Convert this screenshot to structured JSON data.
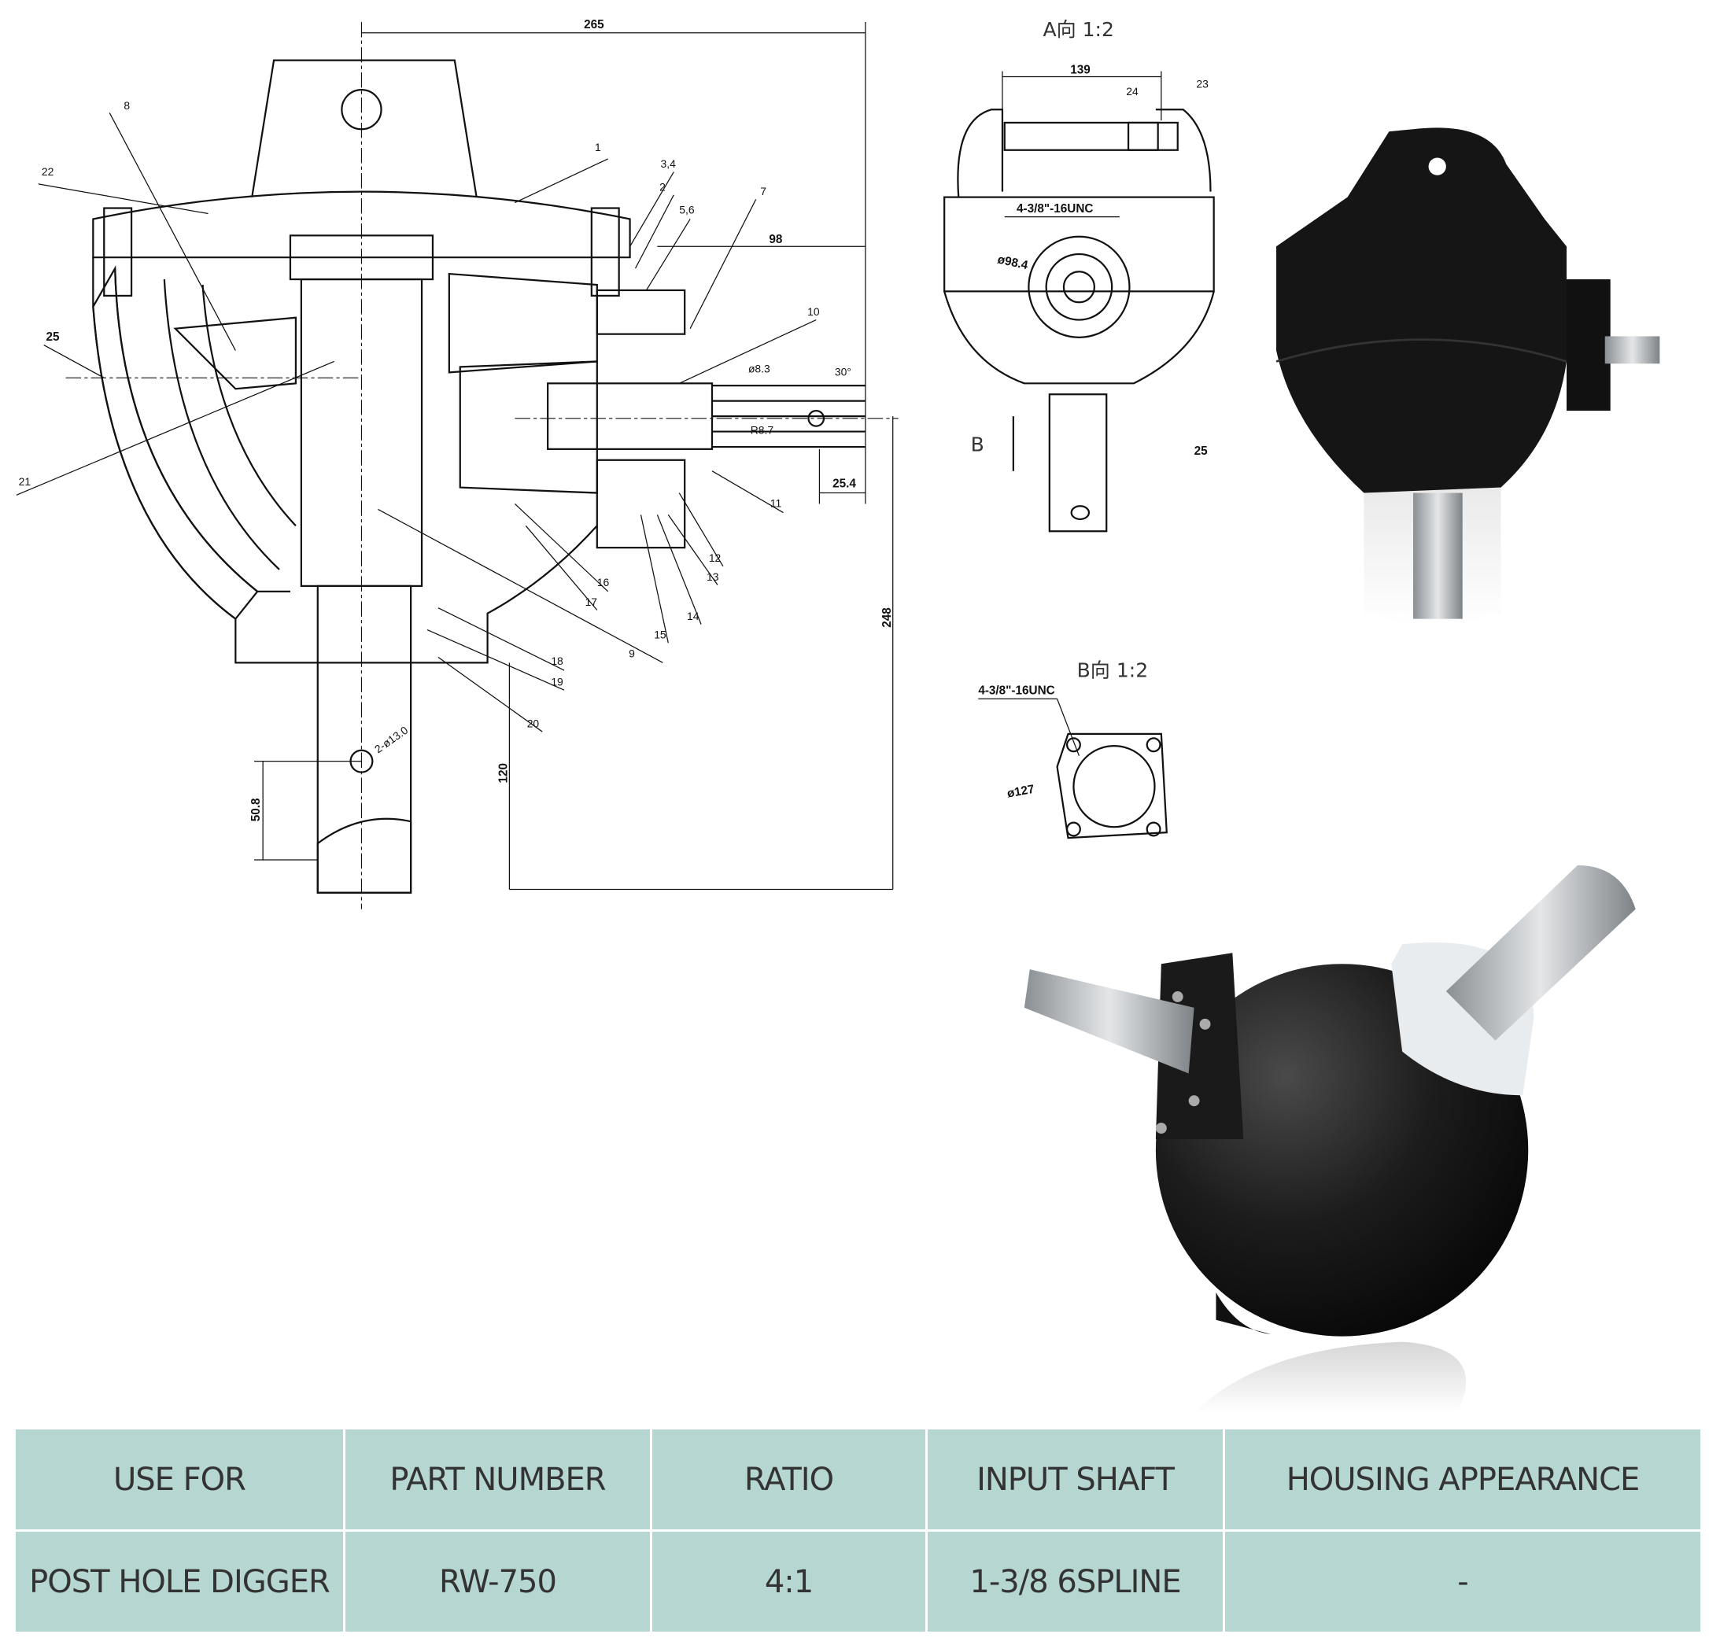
{
  "drawing": {
    "main_view": {
      "dimensions": {
        "top_width": "265",
        "side_offset": "98",
        "overall_height": "248",
        "shaft_length": "120",
        "hole_distance": "50.8",
        "spline_length": "25.4",
        "hole_spec": "2-ø13.0",
        "bore": "ø8.3",
        "radius": "R8.7",
        "angle": "30°"
      },
      "part_labels": [
        "8",
        "22",
        "1",
        "3,4",
        "2",
        "5,6",
        "7",
        "10",
        "25",
        "21",
        "11",
        "12",
        "13",
        "16",
        "17",
        "14",
        "15",
        "9",
        "18",
        "19",
        "20"
      ]
    },
    "view_a": {
      "title": "A向 1:2",
      "width": "139",
      "label_24": "24",
      "label_23": "23",
      "thread": "4-3/8\"-16UNC",
      "diameter": "ø98.4",
      "arrow_label": "B",
      "side_value": "25"
    },
    "view_b": {
      "title": "B向 1:2",
      "thread": "4-3/8\"-16UNC",
      "diameter": "ø127"
    }
  },
  "table": {
    "headers": [
      "USE FOR",
      "PART NUMBER",
      "RATIO",
      "INPUT SHAFT",
      "HOUSING APPEARANCE"
    ],
    "rows": [
      [
        "POST HOLE DIGGER",
        "RW-750",
        "4:1",
        "1-3/8 6SPLINE",
        "-"
      ]
    ]
  },
  "colors": {
    "table_bg": "#b6d6d2",
    "housing": "#151515",
    "shaft": "#b8bcbf"
  }
}
